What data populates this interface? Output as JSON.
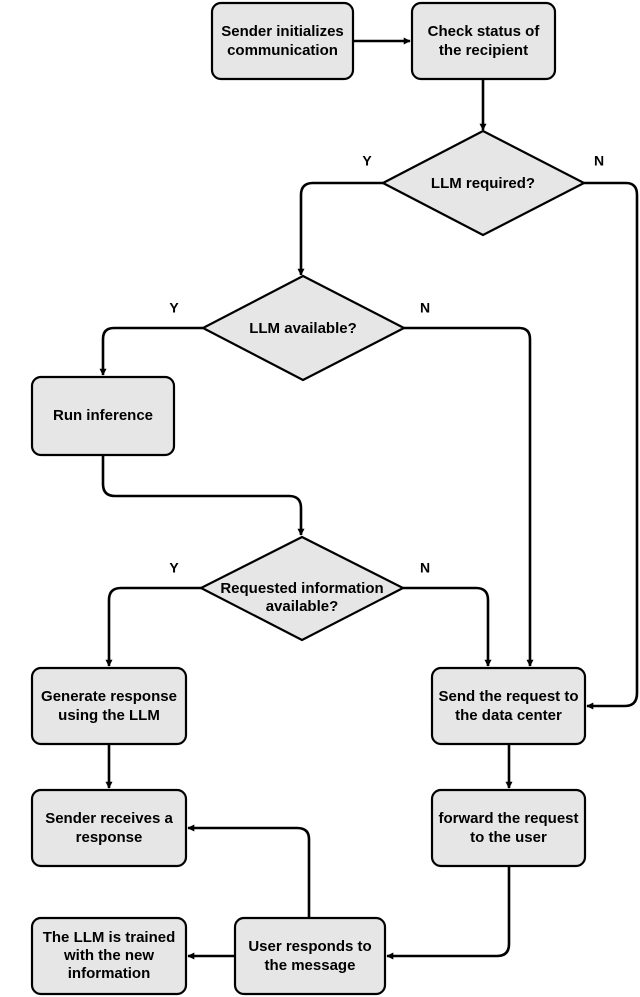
{
  "diagram": {
    "nodes": [
      {
        "id": "sender-init",
        "shape": "rect",
        "lines": [
          "Sender initializes",
          "communication"
        ]
      },
      {
        "id": "check-status",
        "shape": "rect",
        "lines": [
          "Check status of",
          "the recipient"
        ]
      },
      {
        "id": "llm-required",
        "shape": "diamond",
        "lines": [
          "LLM required?"
        ]
      },
      {
        "id": "llm-available",
        "shape": "diamond",
        "lines": [
          "LLM available?"
        ]
      },
      {
        "id": "run-inference",
        "shape": "rect",
        "lines": [
          "Run inference"
        ]
      },
      {
        "id": "requested-info",
        "shape": "diamond",
        "lines": [
          "Requested information",
          "available?"
        ]
      },
      {
        "id": "generate-response",
        "shape": "rect",
        "lines": [
          "Generate response",
          "using the LLM"
        ]
      },
      {
        "id": "send-request",
        "shape": "rect",
        "lines": [
          "Send the request to",
          "the data center"
        ]
      },
      {
        "id": "sender-receives",
        "shape": "rect",
        "lines": [
          "Sender receives a",
          "response"
        ]
      },
      {
        "id": "forward-request",
        "shape": "rect",
        "lines": [
          "forward the request",
          "to the user"
        ]
      },
      {
        "id": "llm-trained",
        "shape": "rect",
        "lines": [
          "The LLM is trained",
          "with the new",
          "information"
        ]
      },
      {
        "id": "user-responds",
        "shape": "rect",
        "lines": [
          "User responds to",
          "the message"
        ]
      }
    ],
    "edge_labels": {
      "llm_required_yes": "Y",
      "llm_required_no": "N",
      "llm_available_yes": "Y",
      "llm_available_no": "N",
      "requested_info_yes": "Y",
      "requested_info_no": "N"
    },
    "colors": {
      "node_fill": "#e6e6e6",
      "stroke": "#000000",
      "background": "#ffffff"
    }
  }
}
